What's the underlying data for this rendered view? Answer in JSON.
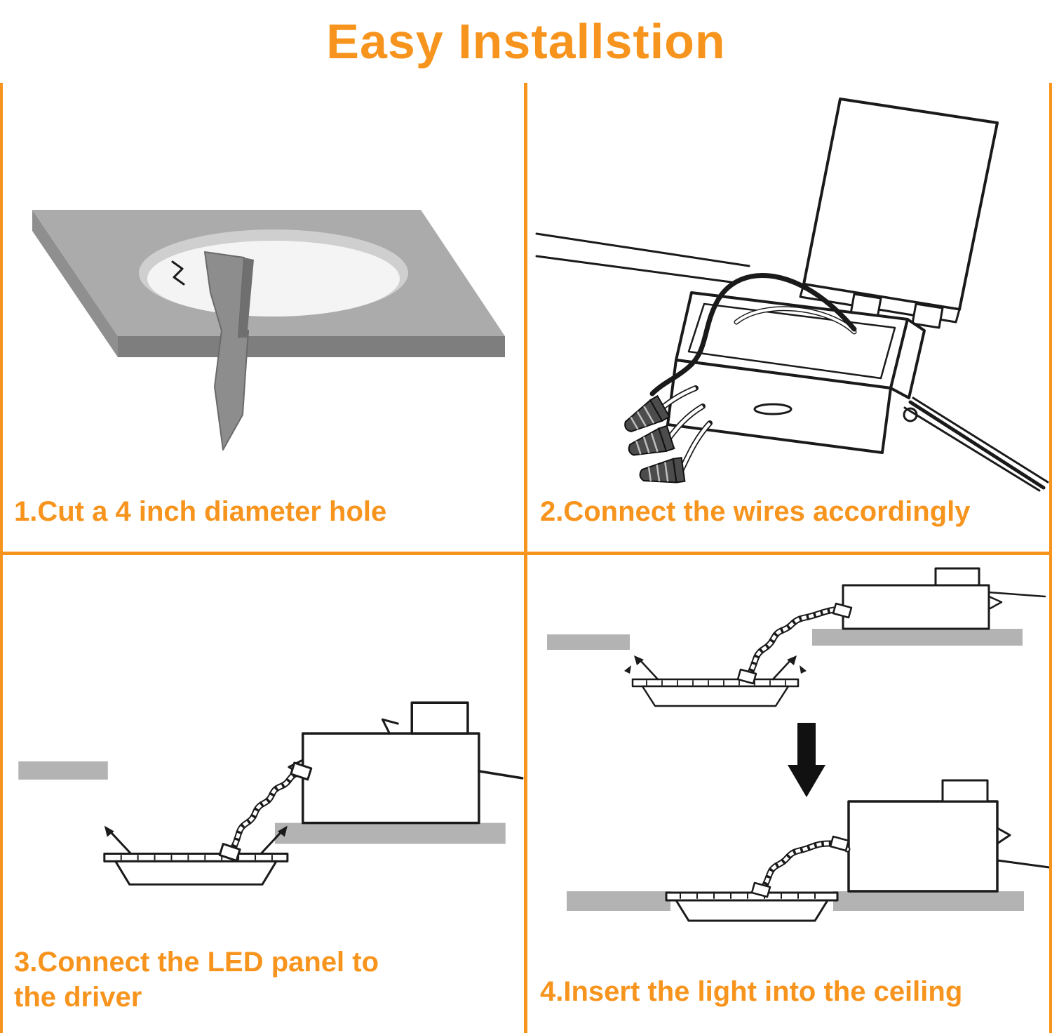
{
  "title": "Easy Installstion",
  "colors": {
    "accent": "#F7941D",
    "panel_gray": "#B3B3B3",
    "slab_gray": "#ABABAB",
    "ink": "#1A1A1A"
  },
  "steps": [
    {
      "id": 1,
      "caption": "1.Cut a 4 inch diameter hole",
      "illustration": "ceiling-hole-cutout"
    },
    {
      "id": 2,
      "caption": "2.Connect the wires accordingly",
      "illustration": "junction-box-wiring"
    },
    {
      "id": 3,
      "caption": "3.Connect the LED panel to the driver",
      "illustration": "led-panel-driver-connection"
    },
    {
      "id": 4,
      "caption": "4.Insert the light into the ceiling",
      "illustration": "insert-light-into-ceiling"
    }
  ]
}
